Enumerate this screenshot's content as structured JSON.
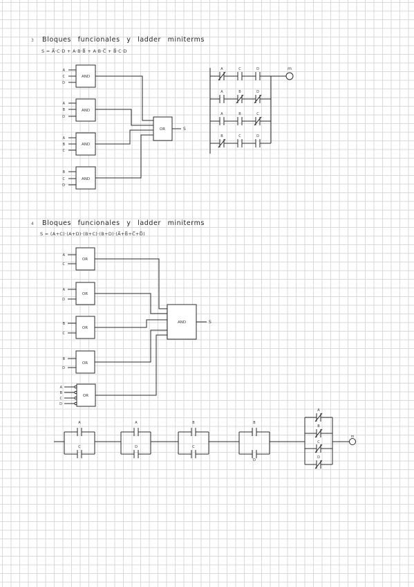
{
  "section3": {
    "number": "3",
    "title": "Bloques funcionales y ladder miniterms",
    "formula": "S = A̅·C·D + A·B·B̅ + A·B·C̅ + B̅·C·D"
  },
  "section4": {
    "number": "4",
    "title": "Bloques funcionales y ladder miniterms",
    "formula": "S = (A+C)·(A+D)·(B+C)·(B+D)·(A̅+B̅+C̅+D̅)"
  },
  "gates3": {
    "and_label": "AND",
    "or_label": "OR",
    "output": "S",
    "g1_inputs": [
      "A",
      "C",
      "D"
    ],
    "g2_inputs": [
      "A",
      "B",
      "D"
    ],
    "g3_inputs": [
      "A",
      "B",
      "C"
    ],
    "g4_inputs": [
      "B",
      "C",
      "D"
    ]
  },
  "ladder3": {
    "coil": "m",
    "rows": [
      [
        "A",
        "C",
        "D"
      ],
      [
        "A",
        "B",
        "D"
      ],
      [
        "A",
        "B",
        "C"
      ],
      [
        "B",
        "C",
        "D"
      ]
    ]
  },
  "gates4": {
    "and_label": "AND",
    "or_label": "OR",
    "output": "S",
    "g1_inputs": [
      "A",
      "C"
    ],
    "g2_inputs": [
      "A",
      "D"
    ],
    "g3_inputs": [
      "B",
      "C"
    ],
    "g4_inputs": [
      "B",
      "D"
    ],
    "g5_inputs": [
      "A",
      "B",
      "C",
      "D"
    ]
  },
  "ladder4": {
    "coil": "m",
    "groups": [
      [
        "A",
        "C"
      ],
      [
        "A",
        "D"
      ],
      [
        "B",
        "C"
      ],
      [
        "B",
        "D"
      ]
    ],
    "last_group": [
      "A",
      "B",
      "C",
      "D"
    ]
  }
}
